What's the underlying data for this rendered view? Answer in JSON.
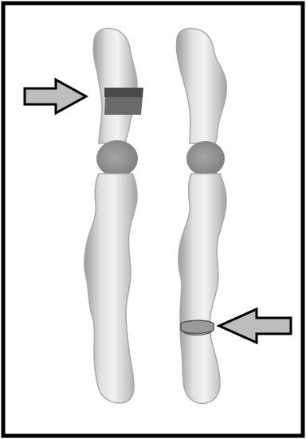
{
  "diagram": {
    "colors": {
      "frame": "#000000",
      "background": "#ffffff",
      "chromosome_fill": "#ebebeb",
      "chromosome_outline": "#a8a8a8",
      "centromere": "#8f8f8f",
      "band_dark": "#4a4a4a",
      "band_light": "#9a9a9a",
      "arrow_fill": "#bdbdbd",
      "arrow_outline": "#000000"
    },
    "chromosomes": [
      {
        "id": "chromosome-left",
        "band": "dark-band-upper-arm"
      },
      {
        "id": "chromosome-right",
        "band": "light-band-lower-arm"
      }
    ],
    "arrows": [
      {
        "id": "arrow-left",
        "direction": "right",
        "target": "chromosome-left"
      },
      {
        "id": "arrow-right",
        "direction": "left",
        "target": "chromosome-right"
      }
    ]
  }
}
